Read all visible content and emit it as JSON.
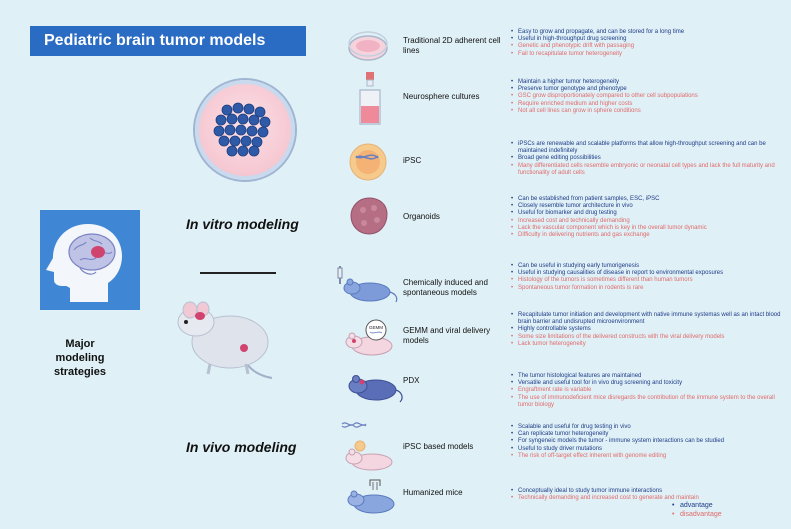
{
  "title": "Pediatric brain tumor models",
  "in_vitro_label": "In vitro modeling",
  "in_vivo_label": "In vivo modeling",
  "major_label": "Major modeling strategies",
  "colors": {
    "advantage": "#1f3c88",
    "disadvantage": "#e06b6b",
    "banner": "#2a6cc4",
    "background": "#dff0f6"
  },
  "models": [
    {
      "name": "Traditional 2D adherent cell lines",
      "icon": "petri-dish-icon",
      "advantages": [
        "Easy to grow and propagate, and can be stored for a long time",
        "Useful in high-throughput drug screening"
      ],
      "disadvantages": [
        "Genetic and phenotypic drift with passaging",
        "Fail to recapitulate tumor heterogeneity"
      ]
    },
    {
      "name": "Neurosphere cultures",
      "icon": "culture-flask-icon",
      "advantages": [
        "Maintain a higher tumor heterogeneity",
        "Preserve tumor genotype and phenotype"
      ],
      "disadvantages": [
        "GSC  grow disproportionately compared to other cell subpopulations",
        "Require enriched medium and higher costs",
        "Not all cell lines can grow in sphere conditions"
      ]
    },
    {
      "name": "iPSC",
      "icon": "stem-cell-icon",
      "advantages": [
        "iPSCs are renewable and scalable platforms that allow high-throughput screening and can  be  maintained indefinitely",
        "Broad gene editing possibilities"
      ],
      "disadvantages": [
        "Many differentiated cells resemble embryonic or neonatal cell types and lack the full maturity and functionality of adult cells"
      ]
    },
    {
      "name": "Organoids",
      "icon": "organoid-icon",
      "advantages": [
        "Can be established from patient samples, ESC, iPSC",
        "Closely resemble tumor architecture in vivo",
        "Useful for biomarker and drug testing"
      ],
      "disadvantages": [
        "Increased cost and technically demanding",
        "Lack the vascular component which is key in the  overall tumor dynamic",
        "Difficulty in delivering nutrients and gas exchange"
      ]
    },
    {
      "name": "Chemically induced and spontaneous models",
      "icon": "mouse-syringe-icon",
      "advantages": [
        "Can be useful in studying early tumorigenesis",
        "Useful in studying causalities of disease in report to environmental exposures"
      ],
      "disadvantages": [
        "Histology of the tumors is sometimes different than human tumors",
        "Spontaneous tumor formation in rodents is rare"
      ]
    },
    {
      "name": "GEMM and viral delivery models",
      "icon": "gemm-mouse-icon",
      "advantages": [
        "Recapitulate tumor initiation and development with native immune systemas well as an  intact blood brain barrier and undisrupted microenvironment",
        "Highly controllable systems"
      ],
      "disadvantages": [
        "Some size limitations of the delivered constructs with the viral delivery models",
        "Lack tumor heterogeneity"
      ]
    },
    {
      "name": "PDX",
      "icon": "pdx-mouse-icon",
      "advantages": [
        "The tumor  histological features are maintained",
        "Versatile and useful tool for in vivo drug screening and toxicity"
      ],
      "disadvantages": [
        "Engraftment rate is variable",
        "The use of immunodeficient mice disregards the contribution of the immune system to the overall tumor biology"
      ]
    },
    {
      "name": "iPSC based models",
      "icon": "ipsc-mouse-icon",
      "advantages": [
        "Scalable and useful for drug testing in vivo",
        "Can replicate tumor heterogeneity",
        "For syngeneic models the tumor - immune system interactions can be studied",
        "Useful to study driver mutations"
      ],
      "disadvantages": [
        "The risk of off-target effect inherent with genome editing"
      ]
    },
    {
      "name": "Humanized mice",
      "icon": "humanized-mouse-icon",
      "advantages": [
        "Conceptually ideal to study tumor immune interactions"
      ],
      "disadvantages": [
        "Technically demanding and increased cost to generate and maintain"
      ]
    }
  ],
  "gemm_badge": "GEMM",
  "legend": {
    "advantage": "advantage",
    "disadvantage": "disadvantage"
  }
}
